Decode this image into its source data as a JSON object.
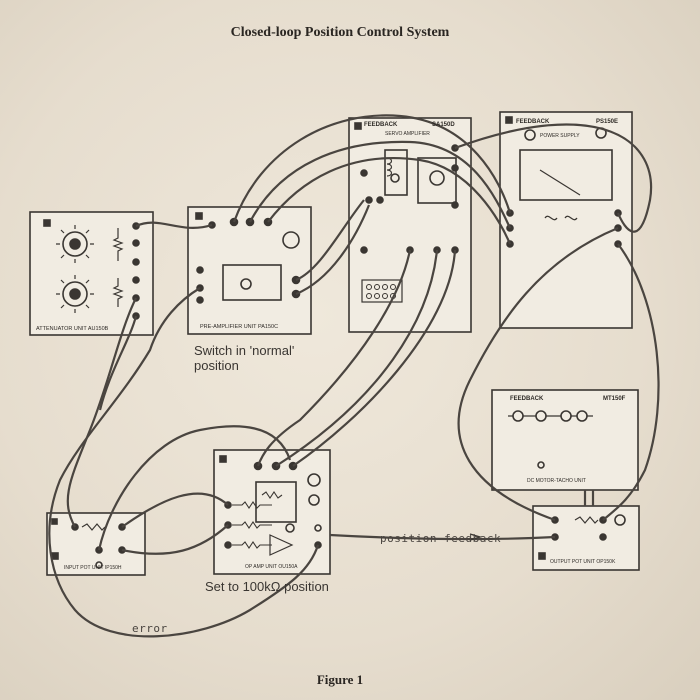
{
  "title": "Closed-loop Position Control System",
  "figure_label": "Figure 1",
  "annotations": {
    "switch_note_line1": "Switch in 'normal'",
    "switch_note_line2": "position",
    "resistor_note": "Set to 100kΩ position",
    "position_feedback": "position feedback",
    "error": "error"
  },
  "units": {
    "attenuator": {
      "label": "ATTENUATOR UNIT AU150B"
    },
    "preamp": {
      "label": "PRE-AMPLIFIER UNIT PA150C"
    },
    "servo_amp": {
      "brand": "FEEDBACK",
      "model": "SA150D",
      "subtitle": "SERVO AMPLIFIER"
    },
    "power_supply": {
      "brand": "FEEDBACK",
      "model": "PS150E",
      "subtitle": "POWER SUPPLY"
    },
    "motor": {
      "brand": "FEEDBACK",
      "model": "MT150F",
      "subtitle": "DC MOTOR-TACHO UNIT"
    },
    "input_pot": {
      "label": "INPUT POT UNIT IP150H"
    },
    "op_amp": {
      "label": "OP AMP UNIT OU150A"
    },
    "output_pot": {
      "label": "OUTPUT POT UNIT OP150K"
    }
  },
  "colors": {
    "ink": "#3a3632",
    "paper": "#e8e0d2",
    "panel": "#f1ece2"
  }
}
